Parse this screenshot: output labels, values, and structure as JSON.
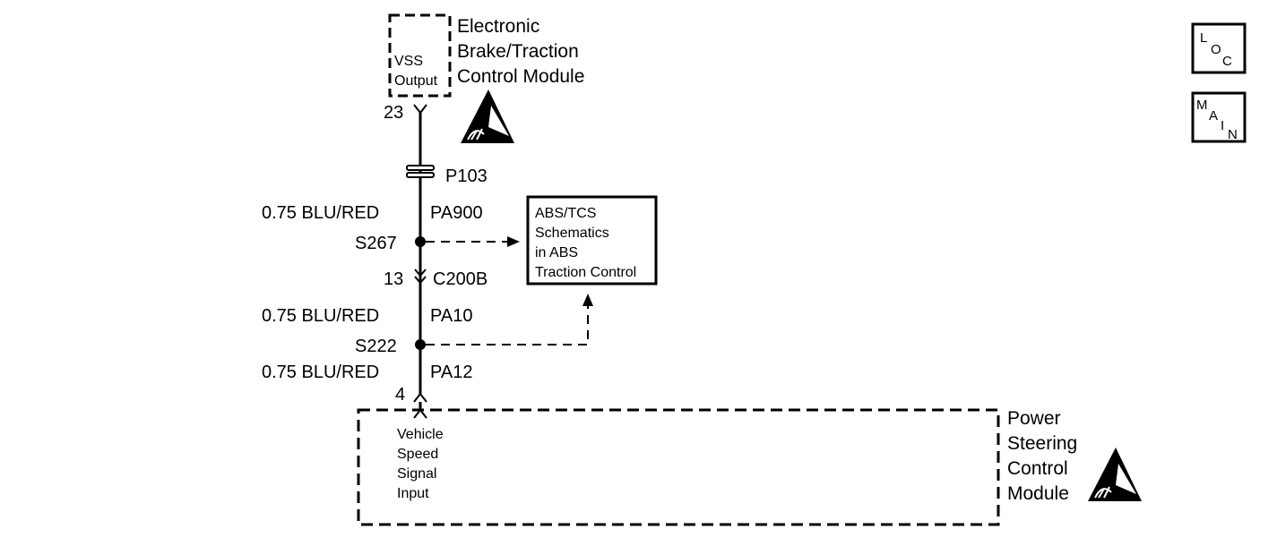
{
  "top_module": {
    "name_lines": [
      "Electronic",
      "Brake/Traction",
      "Control Module"
    ],
    "function_lines": [
      "VSS",
      "Output"
    ],
    "pin": "23"
  },
  "inline_connector": {
    "label": "P103"
  },
  "wire_segments": [
    {
      "gauge_color": "0.75 BLU/RED",
      "circuit": "PA900"
    },
    {
      "gauge_color": "0.75 BLU/RED",
      "circuit": "PA10"
    },
    {
      "gauge_color": "0.75 BLU/RED",
      "circuit": "PA12"
    }
  ],
  "splices": [
    {
      "label": "S267"
    },
    {
      "label": "S222"
    }
  ],
  "connector_c200b": {
    "pin": "13",
    "label": "C200B"
  },
  "reference_box": {
    "lines": [
      "ABS/TCS",
      "Schematics",
      "in ABS",
      "Traction Control"
    ]
  },
  "bottom_module": {
    "name_lines": [
      "Power",
      "Steering",
      "Control",
      "Module"
    ],
    "function_lines": [
      "Vehicle",
      "Speed",
      "Signal",
      "Input"
    ],
    "pin": "4"
  },
  "badges": {
    "loc": {
      "letters": [
        "L",
        "O",
        "C"
      ]
    },
    "main": {
      "letters": [
        "M",
        "A",
        "I",
        "N"
      ]
    }
  },
  "icons": {
    "esd_top": "esd-sensitive-icon",
    "esd_bottom": "esd-sensitive-icon"
  }
}
